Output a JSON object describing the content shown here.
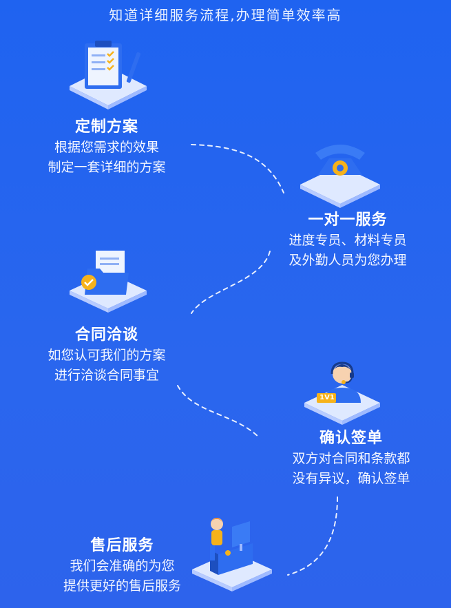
{
  "header": {
    "title": "知道详细服务流程,办理简单效率高"
  },
  "steps": [
    {
      "title": "定制方案",
      "line1": "根据您需求的效果",
      "line2": "制定一套详细的方案",
      "icon": "checklist-icon"
    },
    {
      "title": "一对一服务",
      "line1": "进度专员、材料专员",
      "line2": "及外勤人员为您办理",
      "icon": "telephone-icon"
    },
    {
      "title": "合同洽谈",
      "line1": "如您认可我们的方案",
      "line2": "进行洽谈合同事宜",
      "icon": "folder-check-icon"
    },
    {
      "title": "确认签单",
      "line1": "双方对合同和条款都",
      "line2": "没有异议，确认签单",
      "icon": "headset-agent-icon",
      "badge": "1V1"
    },
    {
      "title": "售后服务",
      "line1": "我们会准确的为您",
      "line2": "提供更好的售后服务",
      "icon": "support-desk-icon"
    }
  ],
  "colors": {
    "background": "#2a66ee",
    "platform": "#e8f0ff",
    "accent": "#f6b21b",
    "icon_blue": "#3a7bf5"
  }
}
